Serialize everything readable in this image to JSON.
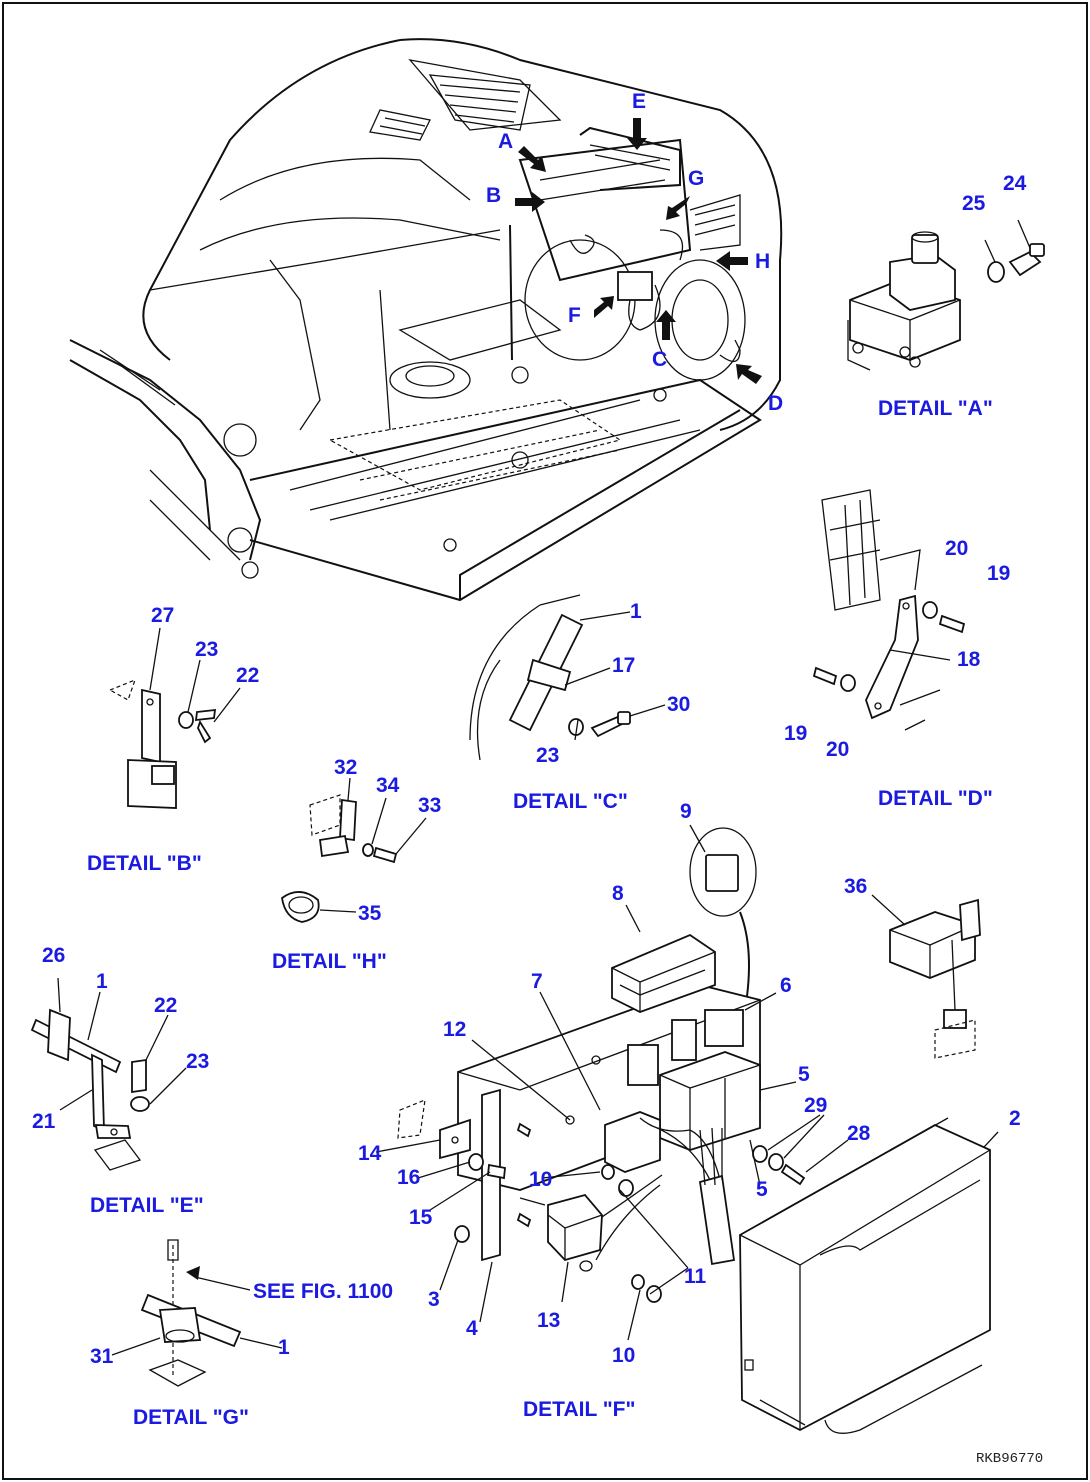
{
  "callouts": [
    "24",
    "25",
    "1",
    "17",
    "30",
    "23",
    "20",
    "19",
    "18",
    "19",
    "20",
    "27",
    "23",
    "22",
    "32",
    "34",
    "33",
    "35",
    "9",
    "8",
    "36",
    "6",
    "7",
    "12",
    "5",
    "29",
    "28",
    "2",
    "14",
    "16",
    "10",
    "15",
    "11",
    "5",
    "3",
    "4",
    "13",
    "10",
    "26",
    "1",
    "22",
    "23",
    "21",
    "31",
    "1"
  ],
  "detail_letters": [
    "E",
    "A",
    "G",
    "B",
    "H",
    "F",
    "C",
    "D"
  ],
  "detail_titles": [
    "DETAIL \"A\"",
    "DETAIL \"C\"",
    "DETAIL \"D\"",
    "DETAIL \"B\"",
    "DETAIL \"H\"",
    "DETAIL \"E\"",
    "DETAIL \"G\"",
    "DETAIL \"F\""
  ],
  "see_fig": "SEE FIG. 1100",
  "figure_ref": "RKB96770",
  "colors": {
    "label": "#1a1ae0",
    "line": "#111111",
    "background": "#ffffff"
  }
}
